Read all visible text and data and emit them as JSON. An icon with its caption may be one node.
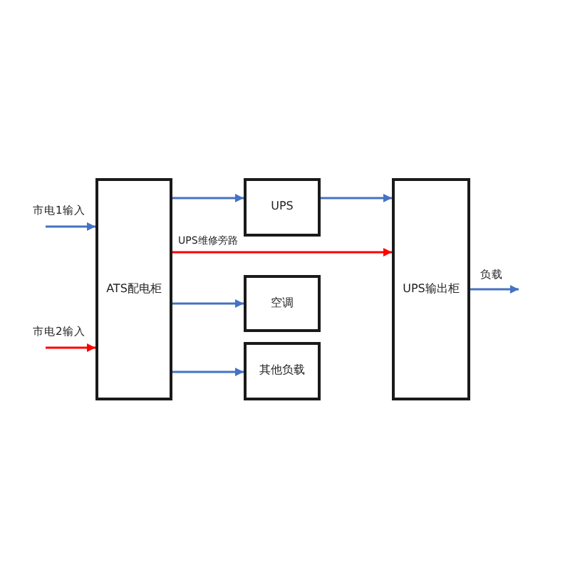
{
  "diagram": {
    "nodes": [
      {
        "text": [
          "ATS配电柜"
        ]
      },
      {
        "text": [
          "UPS"
        ]
      },
      {
        "text": [
          "空调"
        ]
      },
      {
        "text": [
          "其他负载"
        ]
      },
      {
        "text": [
          "UPS输出柜"
        ]
      }
    ],
    "edges": [
      {
        "from": null,
        "to": 0,
        "arrow": "to",
        "label": "市电1输入"
      },
      {
        "from": null,
        "to": 0,
        "arrow": "to",
        "label": "市电2输入",
        "color": "#ff0000"
      },
      {
        "from": 0,
        "to": 1,
        "arrow": "to"
      },
      {
        "from": 0,
        "to": 4,
        "arrow": "to",
        "label": "UPS维修旁路",
        "color": "#ff0000"
      },
      {
        "from": 0,
        "to": 2,
        "arrow": "to"
      },
      {
        "from": 0,
        "to": 3,
        "arrow": "to"
      },
      {
        "from": 1,
        "to": 4,
        "arrow": "to"
      },
      {
        "from": 4,
        "to": null,
        "arrow": "to",
        "label": "负载"
      }
    ]
  }
}
